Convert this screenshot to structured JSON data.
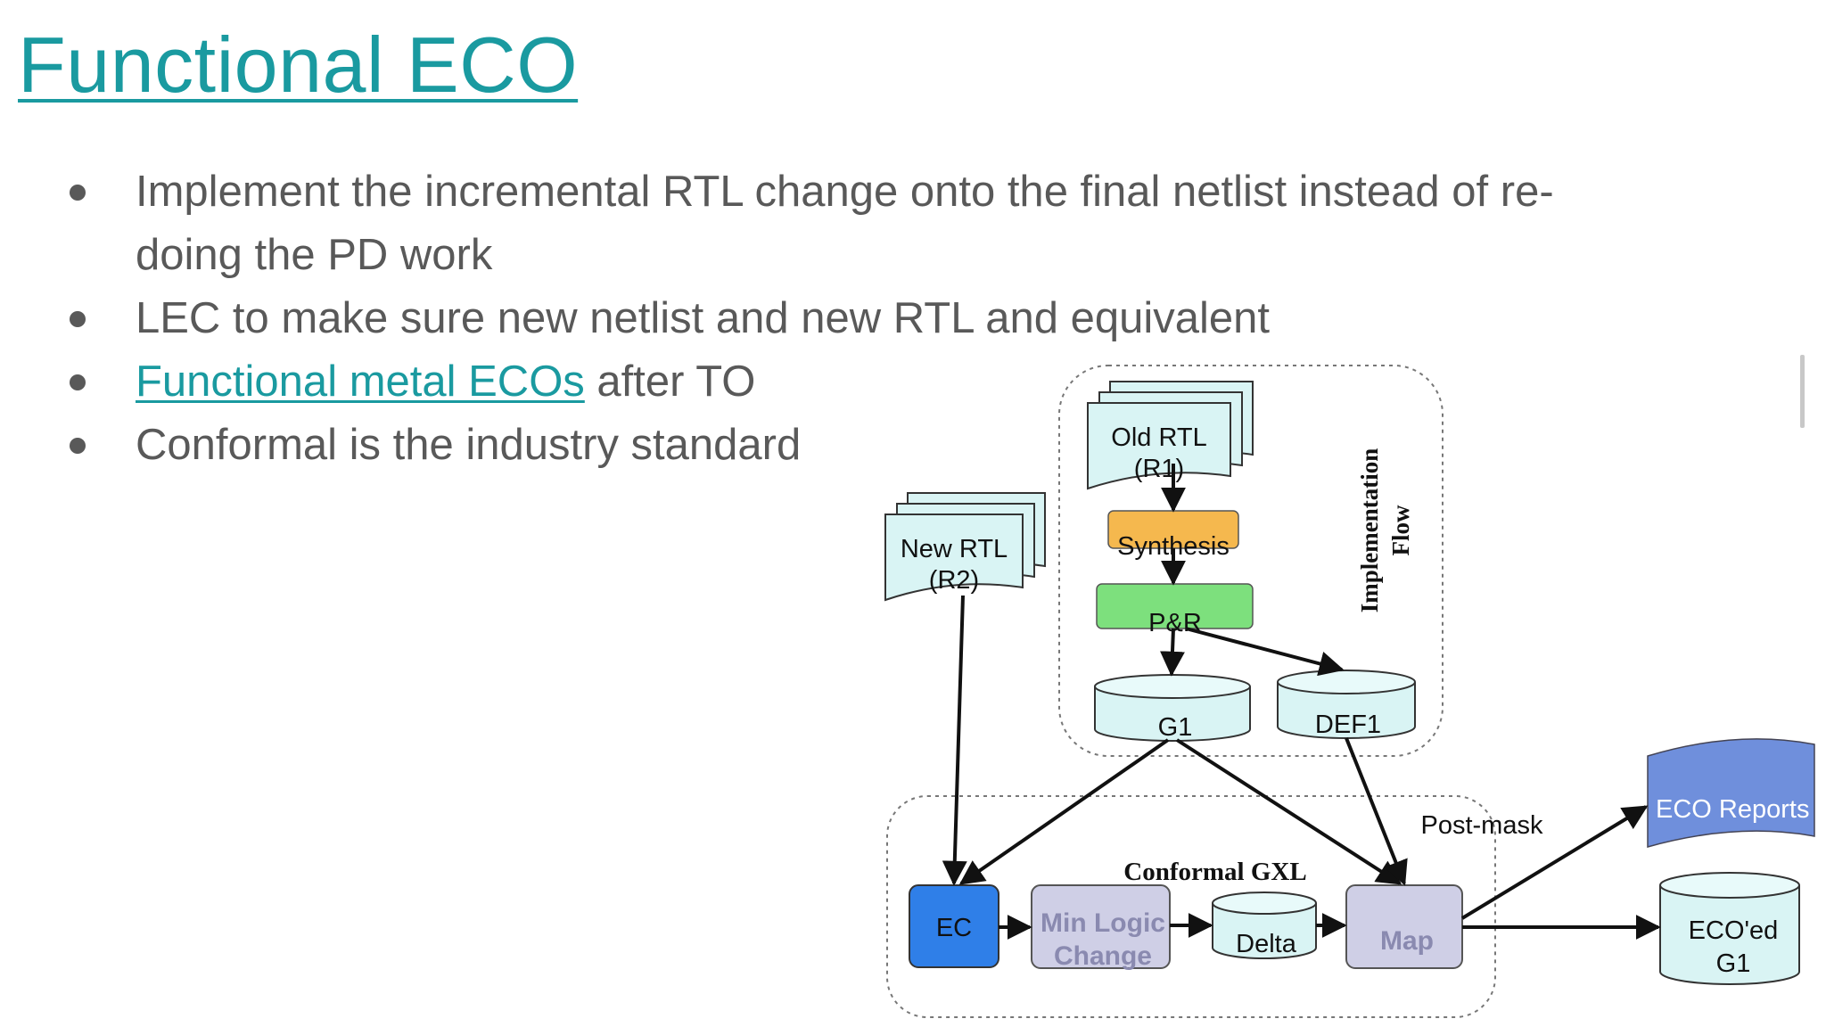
{
  "slide": {
    "title": "Functional ECO",
    "bullets": [
      {
        "text": "Implement the incremental RTL change onto the final netlist instead of re-"
      },
      {
        "text": "doing the PD work",
        "continuation": true
      },
      {
        "text": "LEC to make sure new netlist and new RTL and equivalent"
      },
      {
        "link": "Functional metal ECOs",
        "text": " after TO"
      },
      {
        "text": "Conformal is the industry standard"
      }
    ]
  },
  "diagram": {
    "old_rtl": [
      "Old RTL",
      "(R1)"
    ],
    "new_rtl": [
      "New RTL",
      "(R2)"
    ],
    "synthesis": "Synthesis",
    "pnr": "P&R",
    "g1": "G1",
    "def1": "DEF1",
    "impl_flow": [
      "Implementation",
      "Flow"
    ],
    "conformal": "Conformal GXL",
    "post_mask": "Post-mask",
    "ec": "EC",
    "min_logic": [
      "Min Logic",
      "Change"
    ],
    "delta": "Delta",
    "map": "Map",
    "eco_reports": "ECO Reports",
    "eco_g1": [
      "ECO'ed",
      "G1"
    ]
  },
  "colors": {
    "accent": "#1a9aa0",
    "body_text": "#595959",
    "doc_fill": "#d9f4f4",
    "synthesis": "#f5b84e",
    "pnr": "#7de07d",
    "ec": "#2f7fe8",
    "min_logic": "#cfcfe6",
    "eco_reports": "#6f8fdc"
  }
}
